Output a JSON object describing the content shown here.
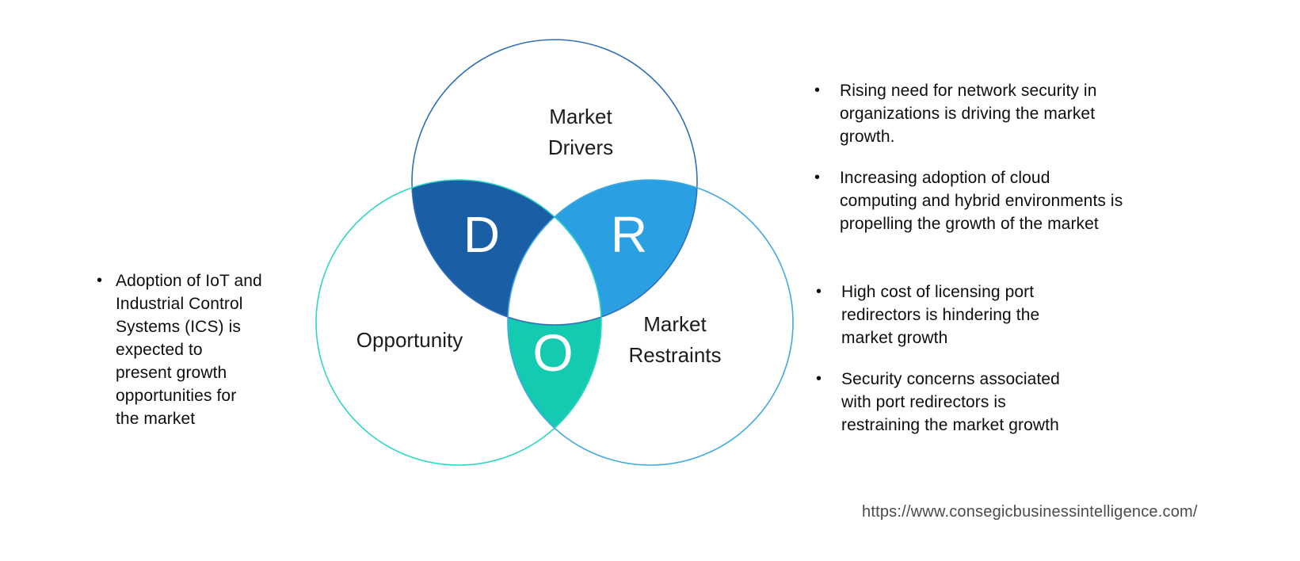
{
  "page": {
    "background_color": "#ffffff"
  },
  "venn": {
    "circles": [
      {
        "id": "market-drivers",
        "label": "Market\nDrivers",
        "outline_color": "#2f6eb6"
      },
      {
        "id": "opportunity",
        "label": "Opportunity",
        "outline_color": "#2fd6c3"
      },
      {
        "id": "market-restraints",
        "label": "Market\nRestraints",
        "outline_color": "#41a8e1"
      }
    ],
    "petals": [
      {
        "id": "drivers-opportunity",
        "letter": "D",
        "color": "#1a5fa6"
      },
      {
        "id": "drivers-restraints",
        "letter": "R",
        "color": "#2aa0e3"
      },
      {
        "id": "opportunity-restraints",
        "letter": "O",
        "color": "#14cbb2"
      }
    ],
    "center_color": "#ffffff"
  },
  "notes": {
    "bullet_char": "•",
    "opportunity_side": {
      "items": [
        "Adoption of IoT and\nIndustrial Control\nSystems (ICS) is\nexpected to\npresent growth\nopportunities for\nthe market"
      ]
    },
    "drivers_side": {
      "items": [
        "Rising need for network security in\norganizations is driving the market\ngrowth.",
        "Increasing adoption of cloud\ncomputing and hybrid environments is\npropelling the growth of the market"
      ]
    },
    "restraints_side": {
      "items": [
        "High cost of licensing port\nredirectors is hindering the\nmarket growth",
        "Security concerns associated\nwith port redirectors is\nrestraining the market growth"
      ]
    }
  },
  "footer": {
    "source_url": "https://www.consegicbusinessintelligence.com/"
  }
}
